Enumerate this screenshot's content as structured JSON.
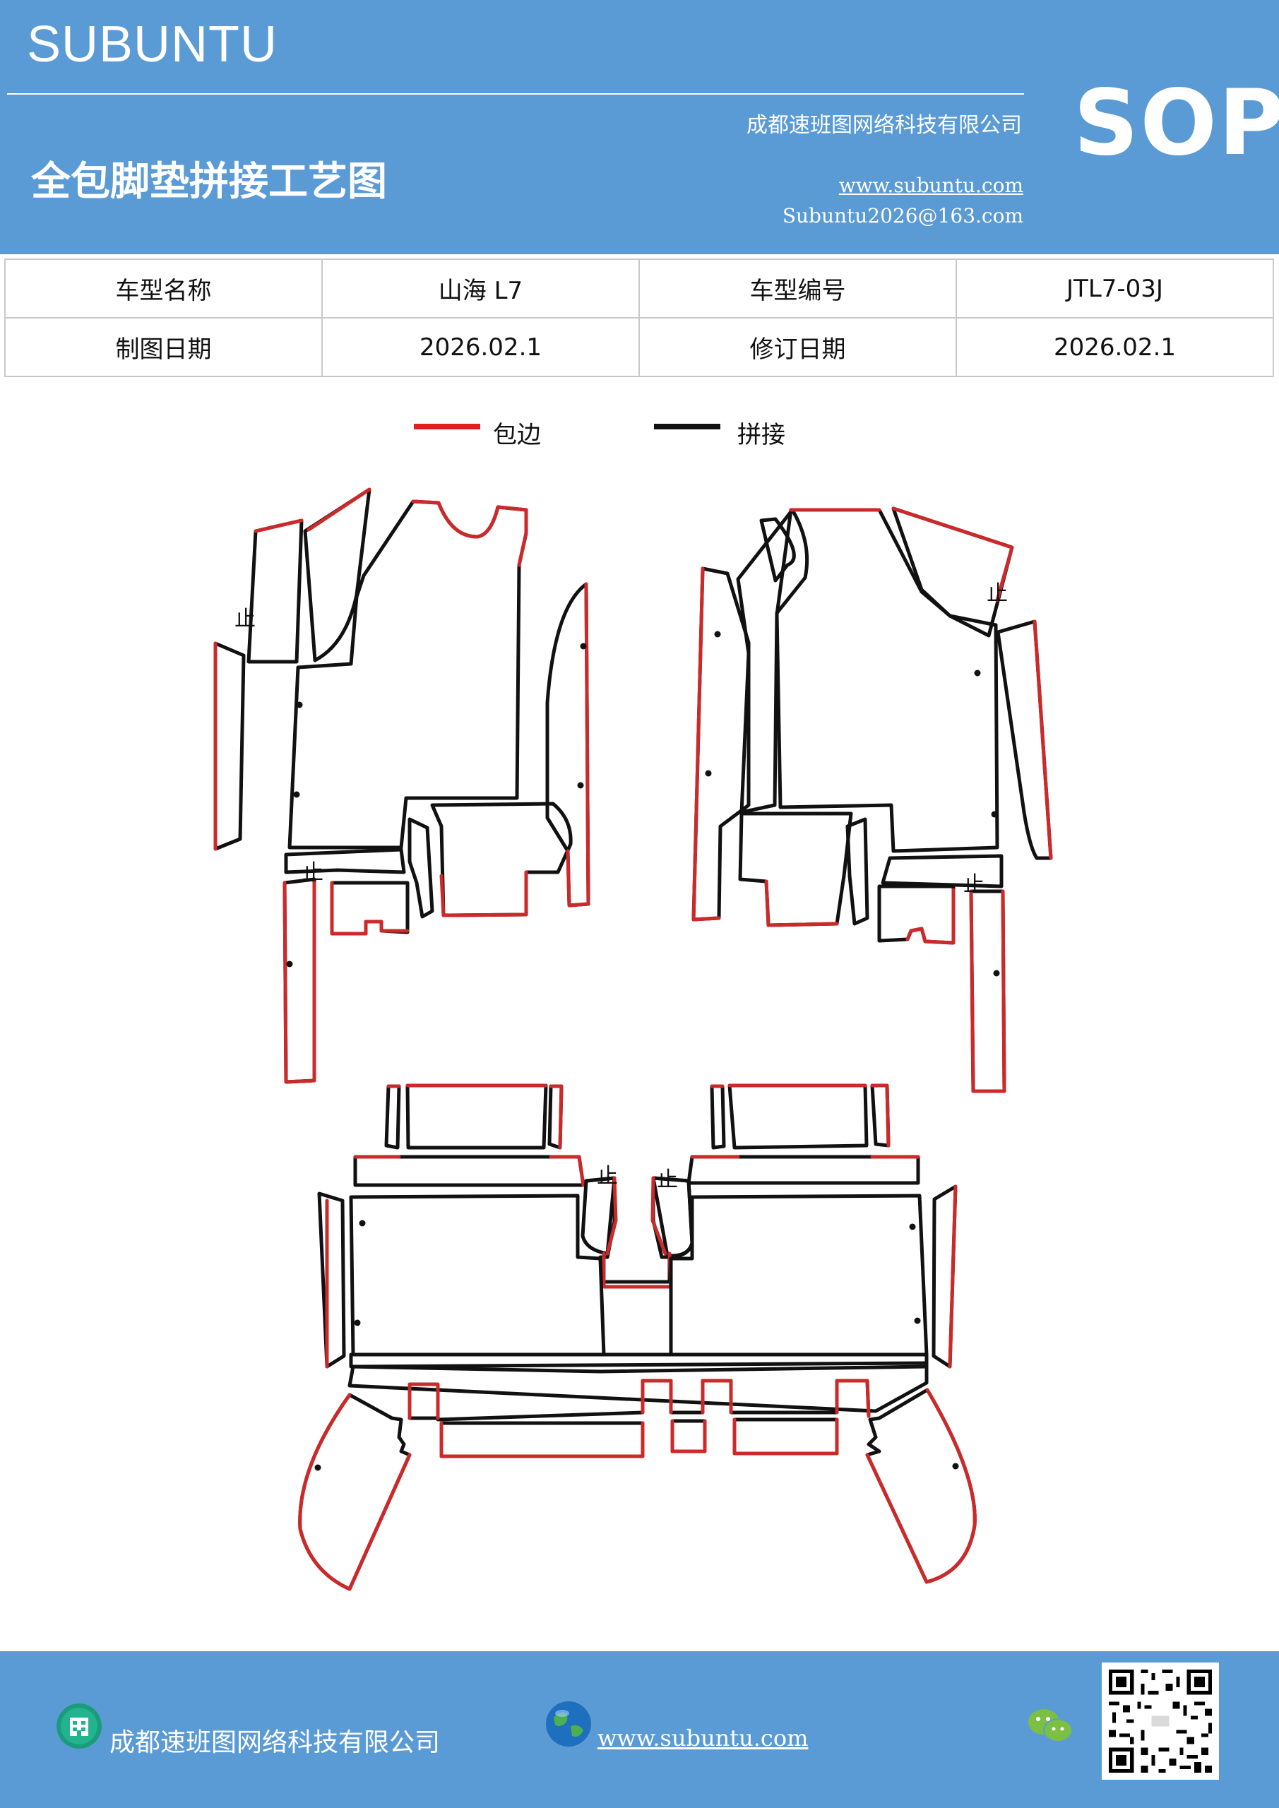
{
  "header": {
    "brand": "SUBUNTU",
    "company": "成都速班图网络科技有限公司",
    "sop": "SOP",
    "title": "全包脚垫拼接工艺图",
    "website": "www.subuntu.com",
    "email": "Subuntu2026@163.com"
  },
  "info_table": {
    "rows": [
      {
        "label1": "车型名称",
        "value1": "山海 L7",
        "label2": "车型编号",
        "value2": "JTL7-03J"
      },
      {
        "label1": "制图日期",
        "value1": "2026.02.1",
        "label2": "修订日期",
        "value2": "2026.02.1"
      }
    ]
  },
  "legend": {
    "items": [
      {
        "label": "包边",
        "color": "#e02020"
      },
      {
        "label": "拼接",
        "color": "#111111"
      }
    ]
  },
  "drawing": {
    "marker_text": "止",
    "edge_color": "#cc2a2a",
    "seam_color": "#111111"
  },
  "footer": {
    "company": "成都速班图网络科技有限公司",
    "website": "www.subuntu.com "
  },
  "colors": {
    "brand_blue": "#5b9bd5"
  }
}
